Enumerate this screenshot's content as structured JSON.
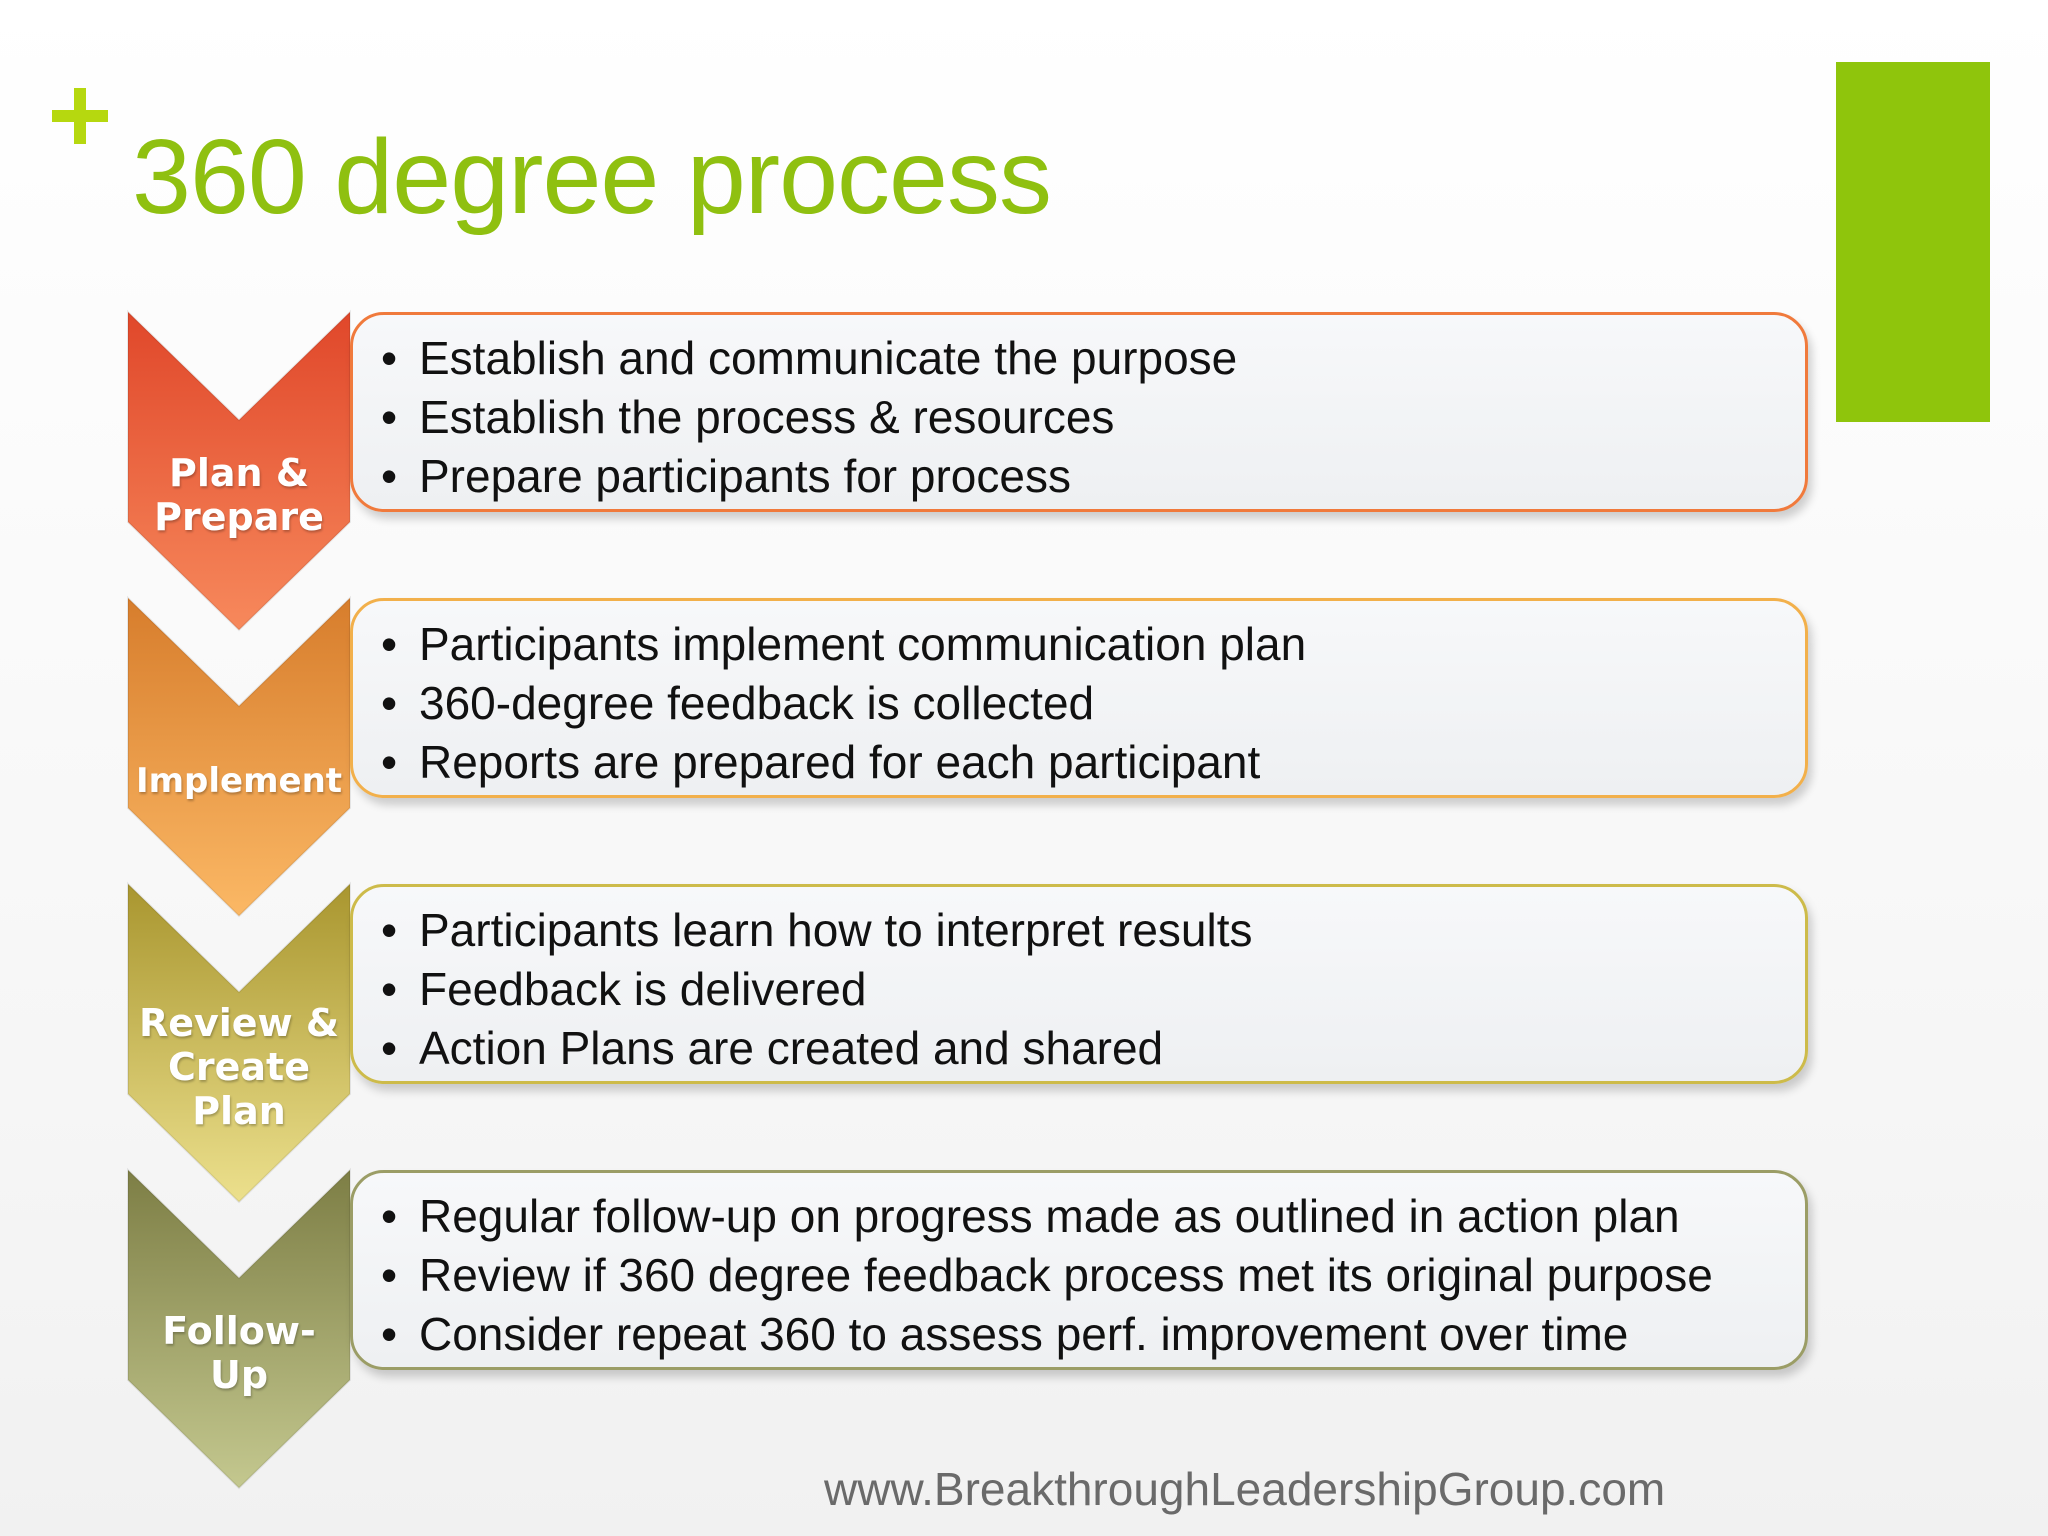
{
  "slide": {
    "title": "360 degree process",
    "footer": "www.BreakthroughLeadershipGroup.com",
    "colors": {
      "title": "#8fc010",
      "accent_block": "#8fc50c",
      "plus": "#b6d80f"
    }
  },
  "steps": [
    {
      "label": "Plan &\nPrepare",
      "color_top": "#e0472a",
      "color_bottom": "#f7895c",
      "border": "#f07a3c",
      "bullets": [
        "Establish and communicate the purpose",
        "Establish the process & resources",
        "Prepare participants for process"
      ]
    },
    {
      "label": "Implement",
      "color_top": "#d77d2c",
      "color_bottom": "#fbb865",
      "border": "#f2b04b",
      "bullets": [
        "Participants implement communication plan",
        "360-degree feedback is collected",
        "Reports are prepared for each participant"
      ]
    },
    {
      "label": "Review &\nCreate\nPlan",
      "color_top": "#a9962f",
      "color_bottom": "#ece08d",
      "border": "#cdbb4a",
      "bullets": [
        "Participants learn how to interpret results",
        "Feedback is delivered",
        "Action Plans are created and shared"
      ]
    },
    {
      "label": "Follow-\nUp",
      "color_top": "#7d7e45",
      "color_bottom": "#c4c88f",
      "border": "#9b9d66",
      "bullets": [
        "Regular follow-up on progress made as outlined in action plan",
        "Review if 360 degree feedback process met its original purpose",
        "Consider repeat 360 to assess perf. improvement over time"
      ]
    }
  ]
}
